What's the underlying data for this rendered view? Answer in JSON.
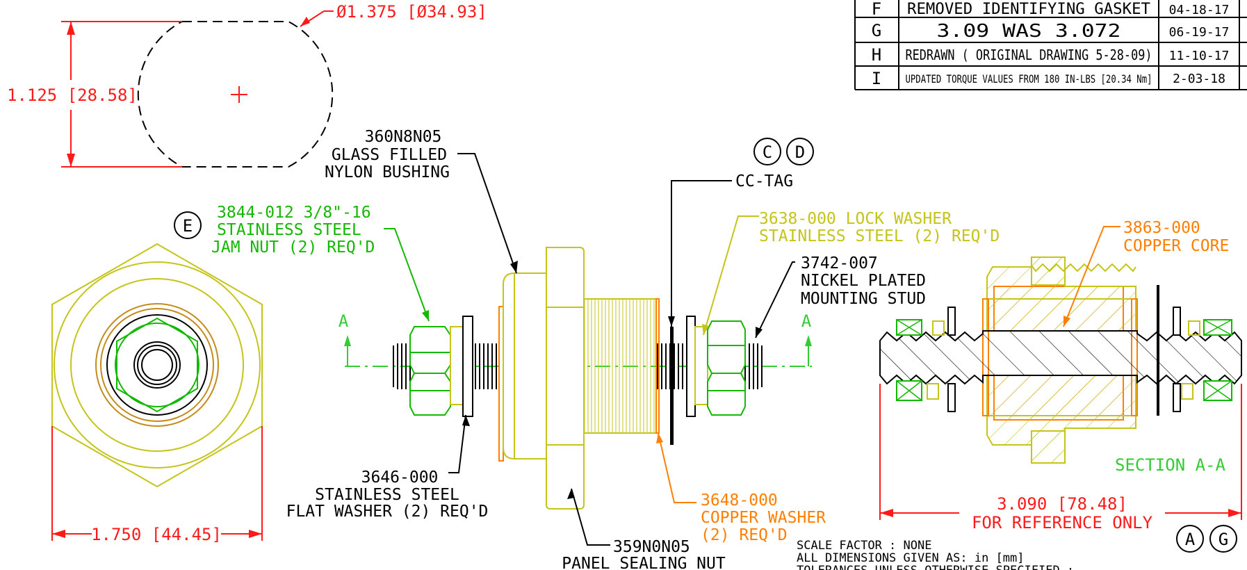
{
  "revision_table": {
    "rows": [
      {
        "letter": "F",
        "description": "REMOVED IDENTIFYING GASKET",
        "date": "04-18-17"
      },
      {
        "letter": "G",
        "description": "3.09 WAS 3.072",
        "date": "06-19-17"
      },
      {
        "letter": "H",
        "description": "REDRAWN ( ORIGINAL DRAWING 5-28-09)",
        "date": "11-10-17"
      },
      {
        "letter": "I",
        "description": "UPDATED TORQUE VALUES FROM 180 IN-LBS [20.34 Nm]",
        "date": "2-03-18"
      }
    ]
  },
  "dimensions": {
    "hole_diameter": "Ø1.375 [Ø34.93]",
    "hole_flat": "1.125 [28.58]",
    "hex_width": "1.750 [44.45]",
    "overall_length": "3.090 [78.48]",
    "reference_note": "FOR REFERENCE ONLY"
  },
  "callouts": {
    "bushing": [
      "360N8N05",
      "GLASS FILLED",
      "NYLON BUSHING"
    ],
    "cc_tag": "CC-TAG",
    "rev_cd": [
      "C",
      "D"
    ],
    "jam_nut_rev": "E",
    "jam_nut": [
      "3844-012 3/8\"-16",
      "STAINLESS STEEL",
      "JAM NUT (2) REQ'D"
    ],
    "lock_washer": [
      "3638-000 LOCK WASHER",
      "STAINLESS STEEL (2) REQ'D"
    ],
    "stud": [
      "3742-007",
      "NICKEL PLATED",
      "MOUNTING STUD"
    ],
    "core": [
      "3863-000",
      "COPPER CORE"
    ],
    "flat_washer": [
      "3646-000",
      "STAINLESS STEEL",
      "FLAT WASHER (2) REQ'D"
    ],
    "copper_washer": [
      "3648-000",
      "COPPER WASHER",
      "(2)  REQ'D"
    ],
    "nut": [
      "359N0N05",
      "PANEL SEALING NUT"
    ],
    "section_marker": "A",
    "section_label": "SECTION A-A",
    "rev_ag": [
      "A",
      "G"
    ]
  },
  "notes": {
    "scale": "SCALE FACTOR : NONE",
    "units": "ALL DIMENSIONS GIVEN AS: in [mm]",
    "tolerances": "TOLERANCES UNLESS OTHERWISE SPECIFIED :"
  },
  "colors": {
    "dimension": "#ff1a1a",
    "jam_nut": "#13b800",
    "lock_washer": "#c4c41a",
    "copper": "#ff7f00",
    "center_line": "#33cc33"
  }
}
